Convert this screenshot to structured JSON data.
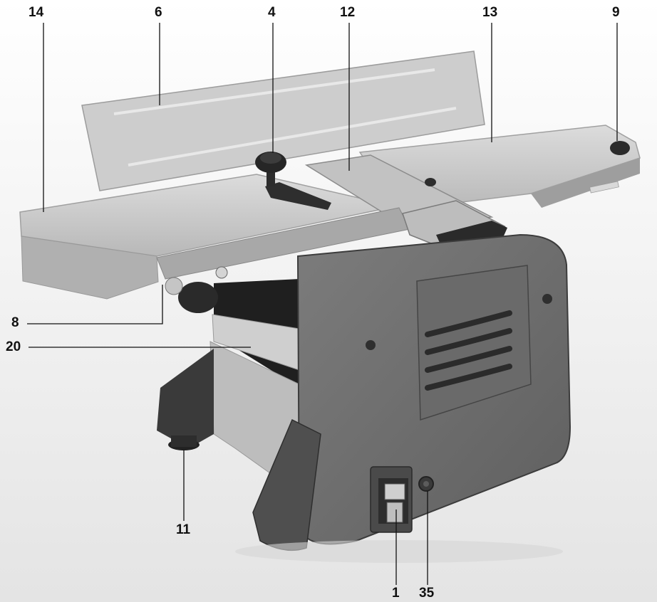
{
  "image": {
    "subject": "benchtop planer-thicknesser with numbered parts",
    "colors": {
      "background": "#f2f2f2",
      "aluminium_table": "#c9c9c9",
      "housing": "#6f6f6f",
      "knobs": "#2a2a2a",
      "leader_line": "#111111"
    }
  },
  "callouts": {
    "c14": "14",
    "c6": "6",
    "c4": "4",
    "c12": "12",
    "c13": "13",
    "c9": "9",
    "c8": "8",
    "c20": "20",
    "c11": "11",
    "c1": "1",
    "c35": "35"
  }
}
